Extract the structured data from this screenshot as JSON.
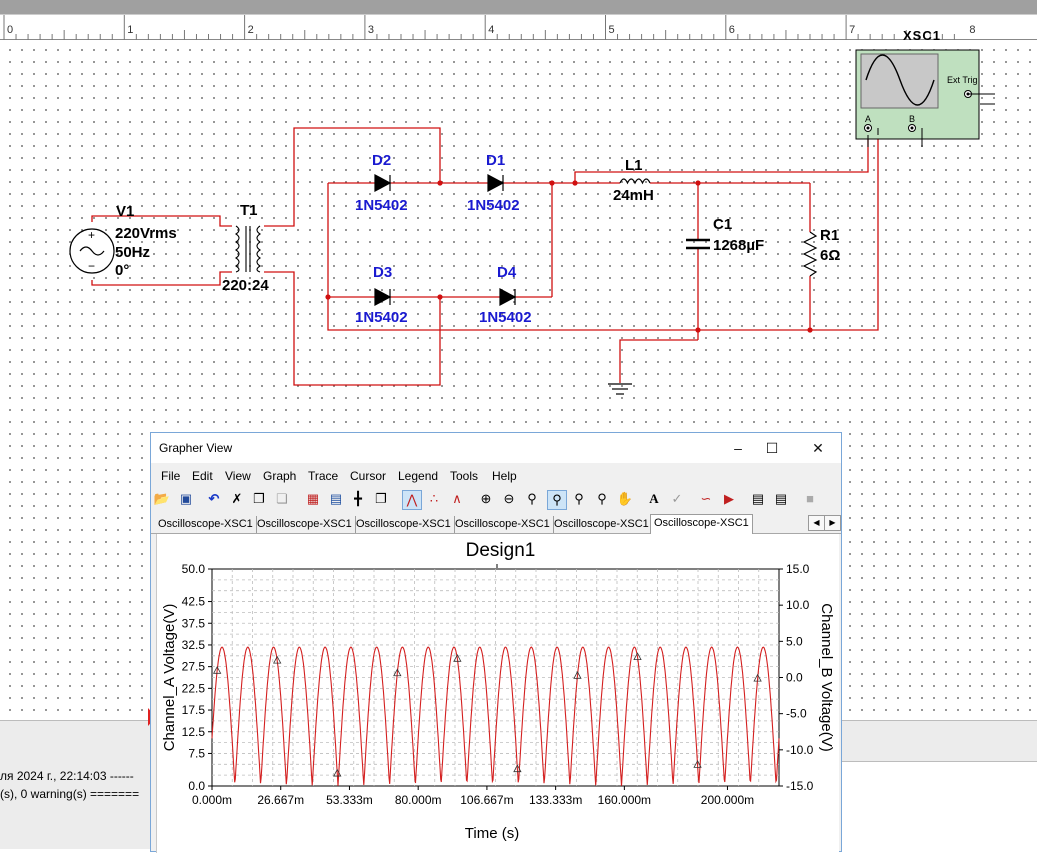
{
  "ruler": {
    "numbers": [
      "0",
      "1",
      "2",
      "3",
      "4",
      "5",
      "6",
      "7",
      "8"
    ]
  },
  "schematic": {
    "source": {
      "name": "V1",
      "voltage": "220Vrms",
      "freq": "50Hz",
      "phase": "0°"
    },
    "transformer": {
      "name": "T1",
      "ratio": "220:24"
    },
    "diodes": [
      {
        "name": "D2",
        "model": "1N5402"
      },
      {
        "name": "D1",
        "model": "1N5402"
      },
      {
        "name": "D3",
        "model": "1N5402"
      },
      {
        "name": "D4",
        "model": "1N5402"
      }
    ],
    "inductor": {
      "name": "L1",
      "value": "24mH"
    },
    "capacitor": {
      "name": "C1",
      "value": "1268µF"
    },
    "resistor": {
      "name": "R1",
      "value": "6Ω"
    },
    "scope": {
      "name": "XSC1",
      "ext_trig": "Ext Trig",
      "ch_a": "A",
      "ch_b": "B"
    },
    "wire_color": "#d01010"
  },
  "status": {
    "line1": "ля 2024 г., 22:14:03 ------",
    "line2": "(s), 0 warning(s) ======="
  },
  "grapher": {
    "title": "Grapher View",
    "menu": [
      "File",
      "Edit",
      "View",
      "Graph",
      "Trace",
      "Cursor",
      "Legend",
      "Tools",
      "Help"
    ],
    "tabs": [
      "Oscilloscope-XSC1",
      "Oscilloscope-XSC1",
      "Oscilloscope-XSC1",
      "Oscilloscope-XSC1",
      "Oscilloscope-XSC1",
      "Oscilloscope-XSC1"
    ],
    "active_tab": 5
  },
  "chart_data": {
    "type": "line",
    "title": "Design1",
    "xlabel": "Time (s)",
    "ylabel": "Channel_A Voltage(V)",
    "y2label": "Channel_B Voltage(V)",
    "xlim": [
      0,
      0.22
    ],
    "ylim": [
      0,
      50
    ],
    "y2lim": [
      -15,
      15
    ],
    "x_ticks": [
      "0.000m",
      "26.667m",
      "53.333m",
      "80.000m",
      "106.667m",
      "133.333m",
      "160.000m",
      "200.000m"
    ],
    "y_ticks": [
      "50.0",
      "42.5",
      "37.5",
      "32.5",
      "27.5",
      "22.5",
      "17.5",
      "12.5",
      "7.5",
      "0.0"
    ],
    "y2_ticks": [
      "15.0",
      "10.0",
      "5.0",
      "0.0",
      "-5.0",
      "-10.0",
      "-15.0"
    ],
    "grid": true,
    "series": [
      {
        "color": "#d42020",
        "axis": "left",
        "period": 0.01,
        "peak": 32.0,
        "min": 0.0,
        "marker": "triangle"
      }
    ]
  }
}
